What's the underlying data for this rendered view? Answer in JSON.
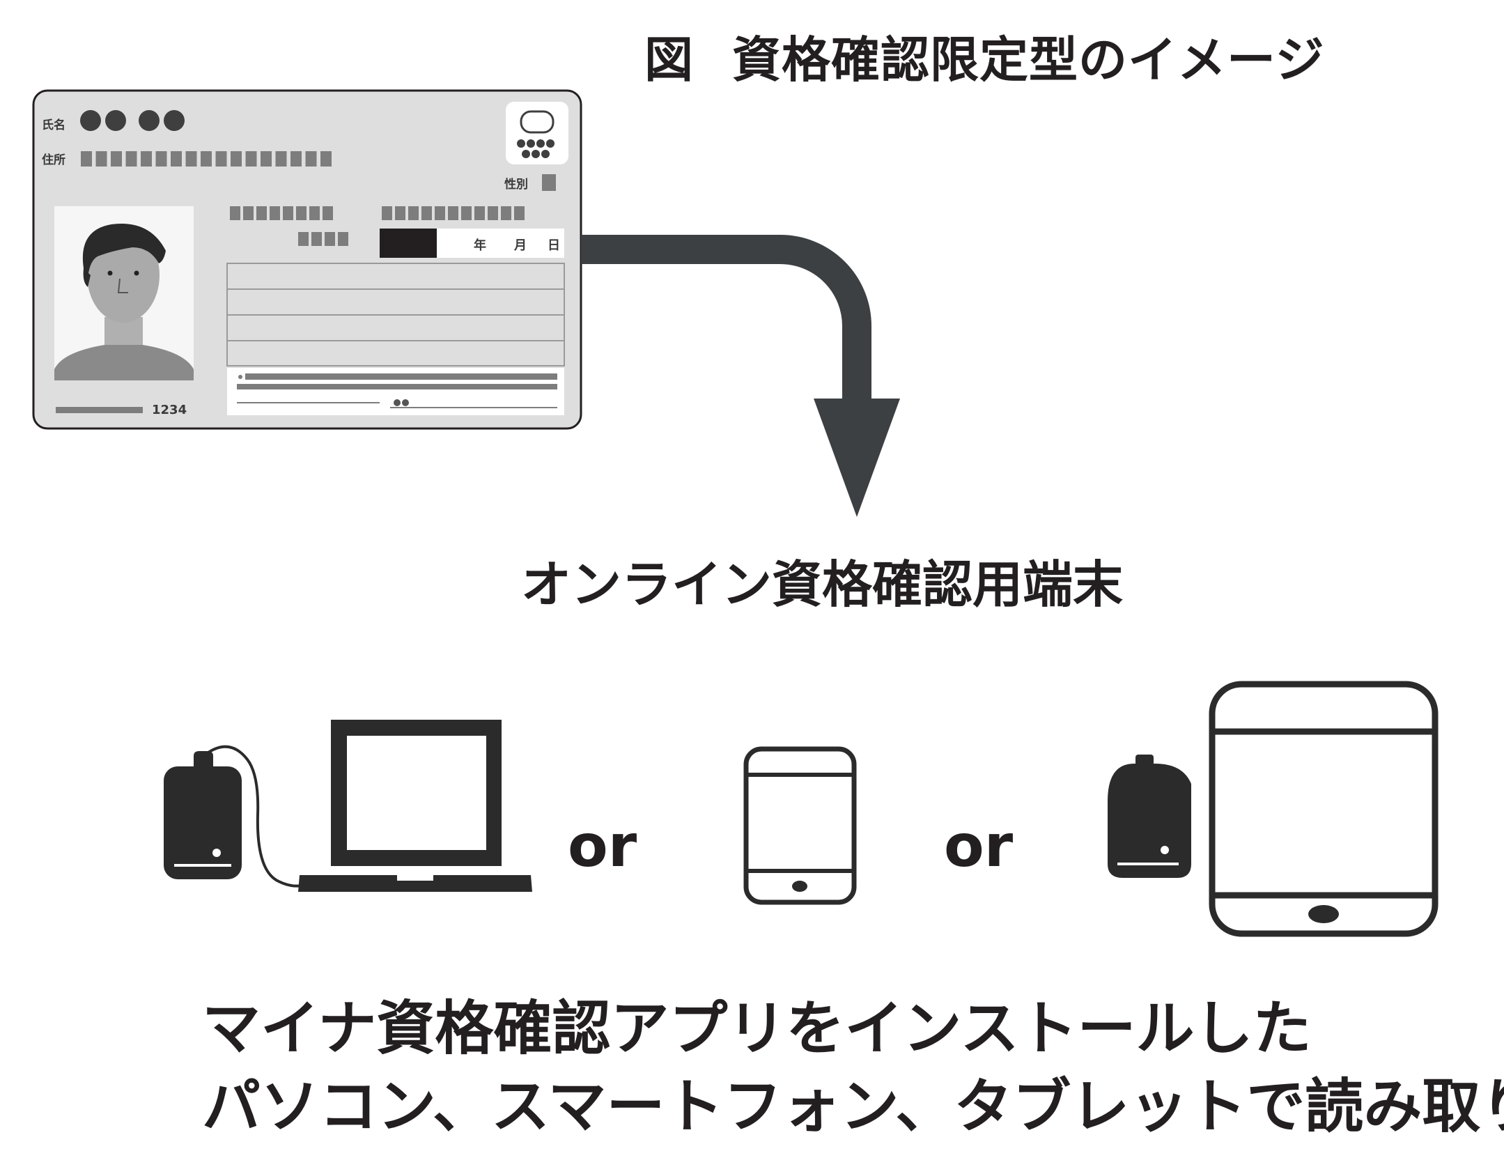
{
  "title": {
    "fig_mark": "図",
    "text": "資格確認限定型のイメージ"
  },
  "card": {
    "name_label": "氏名",
    "address_label": "住所",
    "sex_label": "性別",
    "date_year": "年",
    "date_month": "月",
    "date_day": "日",
    "photo_number": "1234"
  },
  "terminal_label": "オンライン資格確認用端末",
  "devices": {
    "or_1": "or",
    "or_2": "or"
  },
  "caption": {
    "line_1": "マイナ資格確認アプリをインストールした",
    "line_2": "パソコン、スマートフォン、タブレットで読み取り"
  },
  "colors": {
    "ink": "#231f20",
    "arrow": "#3c4043",
    "card_bg": "#dedede",
    "card_gray": "#7d7d7d"
  }
}
